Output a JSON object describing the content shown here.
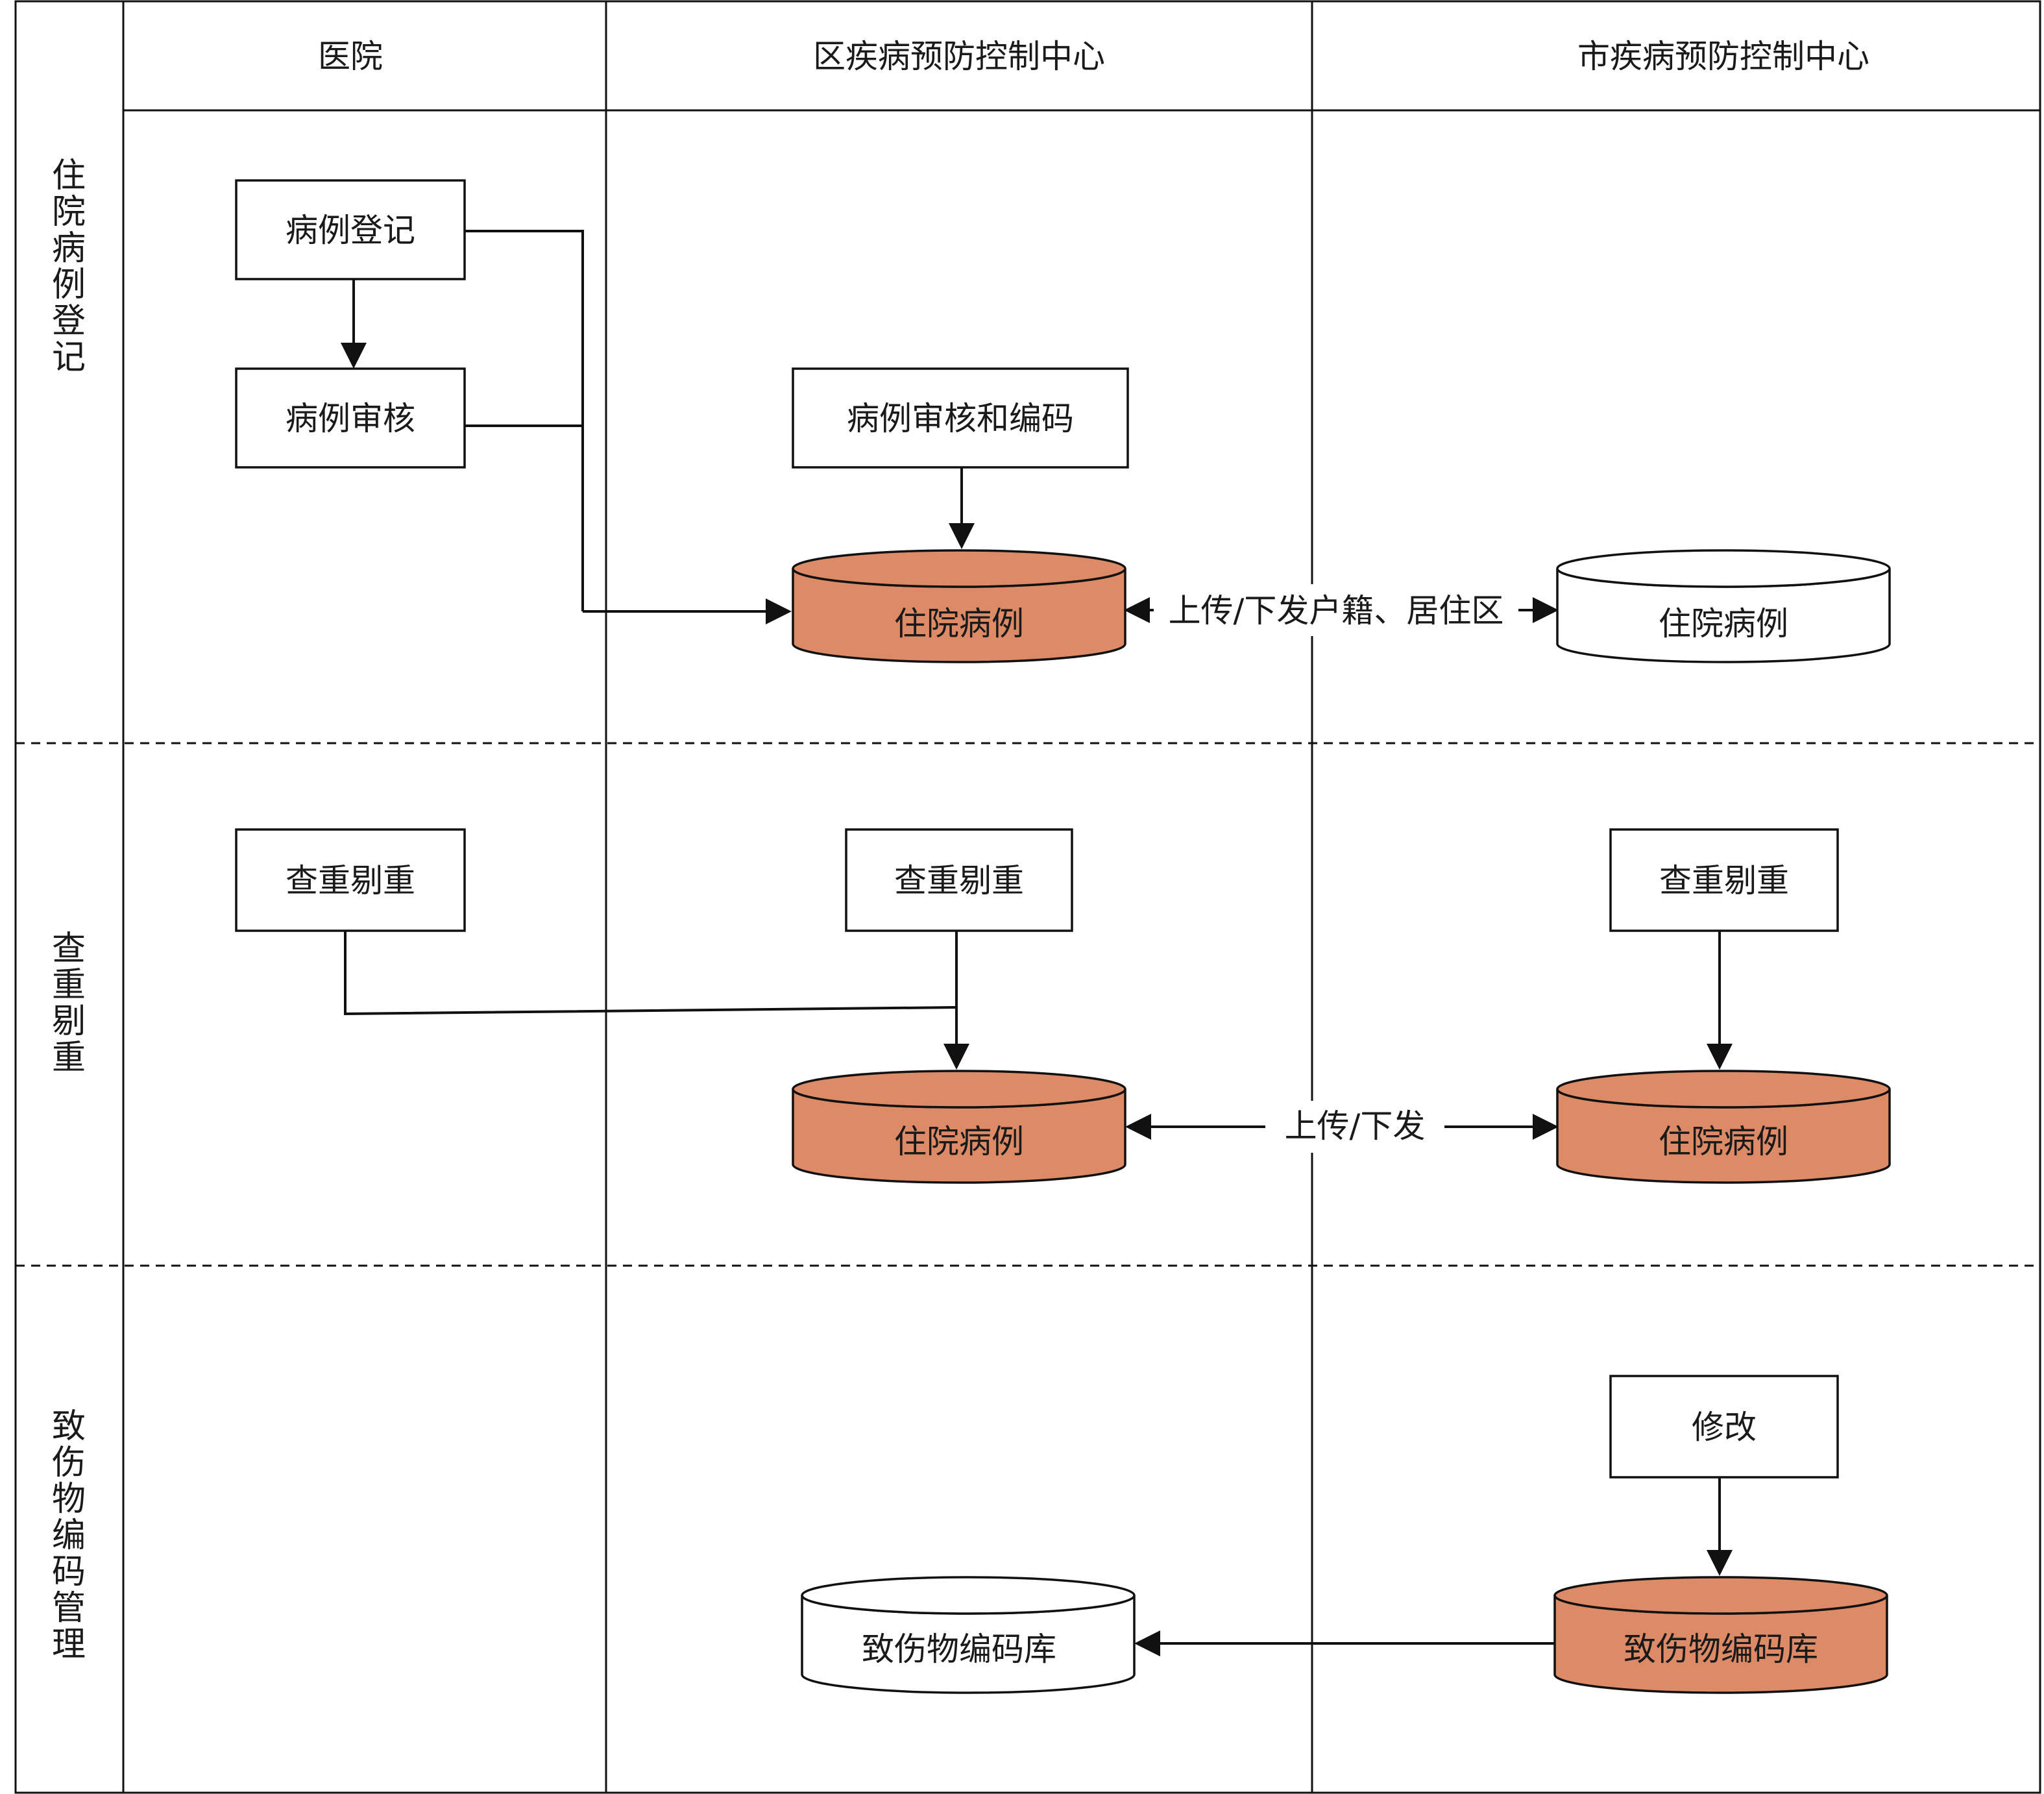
{
  "columns": [
    "医院",
    "区疾病预防控制中心",
    "市疾病预防控制中心"
  ],
  "rows": [
    "住院病例登记",
    "查重剔重",
    "致伤物编码管理"
  ],
  "boxes": {
    "case_register": "病例登记",
    "case_review": "病例审核",
    "district_review_coding": "病例审核和编码",
    "hospital_dedup": "查重剔重",
    "district_dedup": "查重剔重",
    "city_dedup": "查重剔重",
    "city_modify": "修改"
  },
  "databases": {
    "district_inpatient_1": "住院病例",
    "city_inpatient_1": "住院病例",
    "district_inpatient_2": "住院病例",
    "city_inpatient_2": "住院病例",
    "district_injury_code_db": "致伤物编码库",
    "city_injury_code_db": "致伤物编码库"
  },
  "edge_labels": {
    "upload_residence": "上传/下发户籍、居住区",
    "upload_download": "上传/下发"
  },
  "colors": {
    "db_filled": "#dd8a67",
    "db_empty": "#ffffff",
    "stroke": "#111111"
  }
}
